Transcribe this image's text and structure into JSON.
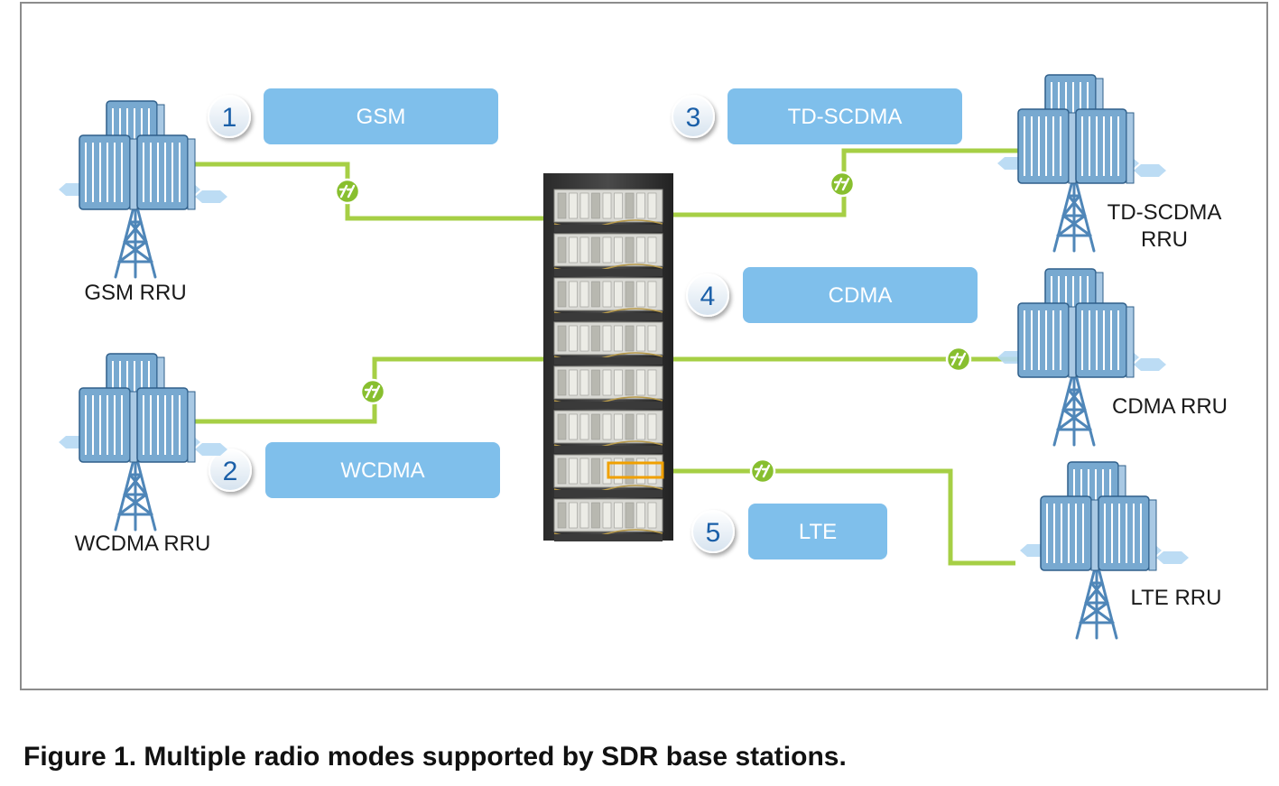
{
  "figure": {
    "caption": "Figure 1. Multiple radio modes supported by SDR base stations."
  },
  "colors": {
    "mode_box": "#7fbfeb",
    "mode_text": "#ffffff",
    "link": "#a6cf45",
    "highlight": "#f0a000",
    "rru": "#78a9d0",
    "badge_text": "#1a5fa8"
  },
  "modes": [
    {
      "num": "1",
      "label": "GSM"
    },
    {
      "num": "2",
      "label": "WCDMA"
    },
    {
      "num": "3",
      "label": "TD-SCDMA"
    },
    {
      "num": "4",
      "label": "CDMA"
    },
    {
      "num": "5",
      "label": "LTE"
    }
  ],
  "rrus": [
    {
      "label_lines": [
        "GSM RRU"
      ]
    },
    {
      "label_lines": [
        "WCDMA RRU"
      ]
    },
    {
      "label_lines": [
        "TD-SCDMA",
        "RRU"
      ]
    },
    {
      "label_lines": [
        "CDMA RRU"
      ]
    },
    {
      "label_lines": [
        "LTE RRU"
      ]
    }
  ],
  "center": {
    "name": "SDR base station rack"
  }
}
